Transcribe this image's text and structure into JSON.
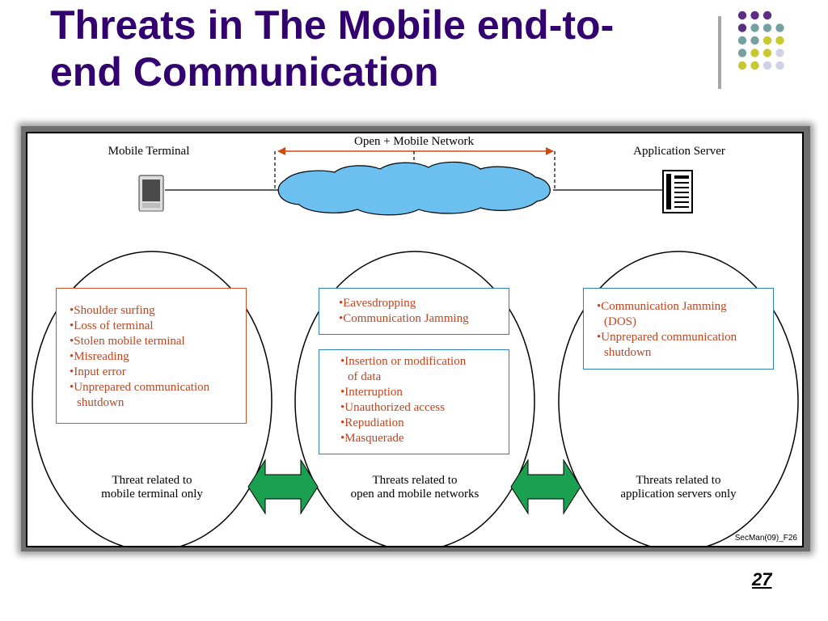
{
  "slide": {
    "title_line1": "Threats in The Mobile end-to-",
    "title_line2": "end Communication",
    "page_number": "27"
  },
  "colors": {
    "title": "#33006f",
    "dot_purple": "#5c2d82",
    "dot_teal": "#74a0a0",
    "dot_olive": "#c8c832",
    "dot_lavender": "#d0d0e6",
    "cloud": "#6cc0f0",
    "arrow_green": "#1aa050",
    "network_arrow": "#d04a10",
    "threat_text": "#c0441f",
    "box_red": "#c8502a",
    "box_blue": "#2f7fc2"
  },
  "diagram": {
    "network_label": "Open + Mobile Network",
    "mobile_terminal_label": "Mobile Terminal",
    "application_server_label": "Application Server",
    "terminal_threats": [
      [
        "•Shoulder surfing"
      ],
      [
        "•Loss of terminal"
      ],
      [
        "•Stolen mobile terminal"
      ],
      [
        "•Misreading"
      ],
      [
        "•Input error"
      ],
      [
        "•Unprepared communication",
        "shutdown"
      ]
    ],
    "network_threats_a": [
      [
        "•Eavesdropping"
      ],
      [
        "•Communication Jamming"
      ]
    ],
    "network_threats_b": [
      [
        "•Insertion or modification",
        "of data"
      ],
      [
        "•Interruption"
      ],
      [
        "•Unauthorized access"
      ],
      [
        "•Repudiation"
      ],
      [
        "•Masquerade"
      ]
    ],
    "server_threats": [
      [
        "•Communication Jamming",
        "(DOS)"
      ],
      [
        "•Unprepared communication",
        "shutdown"
      ]
    ],
    "caption_terminal_1": "Threat related to",
    "caption_terminal_2": "mobile terminal only",
    "caption_network_1": "Threats related to",
    "caption_network_2": "open and mobile networks",
    "caption_server_1": "Threats related to",
    "caption_server_2": "application servers only",
    "figure_code": "SecMan(09)_F26"
  }
}
